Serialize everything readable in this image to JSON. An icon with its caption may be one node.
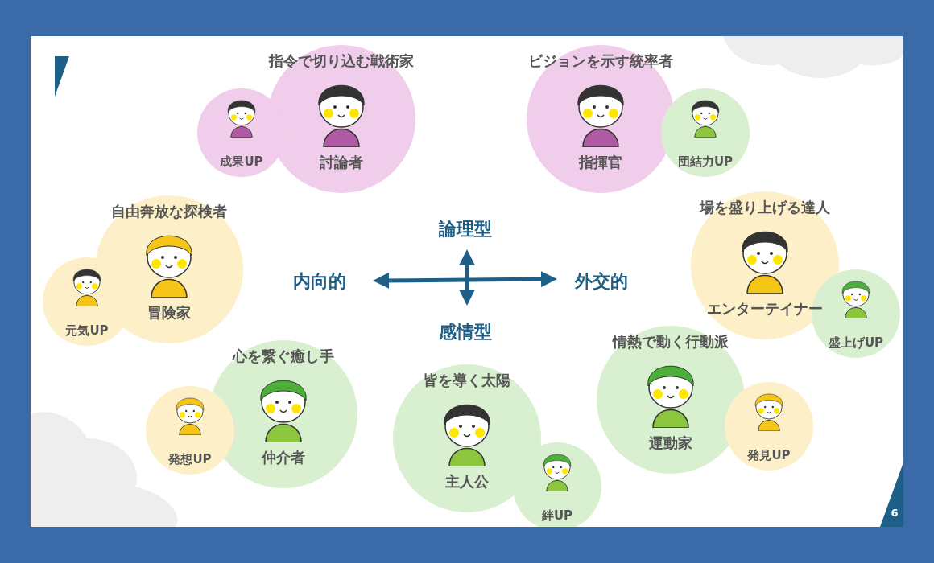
{
  "diagram": {
    "nodes": [
      {
        "text": [
          "指令で切り込む戦術家",
          "討論者"
        ]
      },
      {
        "text": [
          "成果UP"
        ]
      },
      {
        "text": [
          "ビジョンを示す統率者",
          "指揮官"
        ]
      },
      {
        "text": [
          "団結力UP"
        ]
      },
      {
        "text": [
          "自由奔放な探検者",
          "冒険家"
        ]
      },
      {
        "text": [
          "元気UP"
        ]
      },
      {
        "text": [
          "場を盛り上げる達人",
          "エンターテイナー"
        ]
      },
      {
        "text": [
          "盛上げUP"
        ]
      },
      {
        "text": [
          "心を繋ぐ癒し手",
          "仲介者"
        ]
      },
      {
        "text": [
          "発想UP"
        ]
      },
      {
        "text": [
          "皆を導く太陽",
          "主人公"
        ]
      },
      {
        "text": [
          "絆UP"
        ]
      },
      {
        "text": [
          "情熱で動く行動派",
          "運動家"
        ]
      },
      {
        "text": [
          "発見UP"
        ]
      }
    ],
    "labels": [
      "論理型",
      "内向的",
      "外交的",
      "感情型",
      "6"
    ]
  }
}
